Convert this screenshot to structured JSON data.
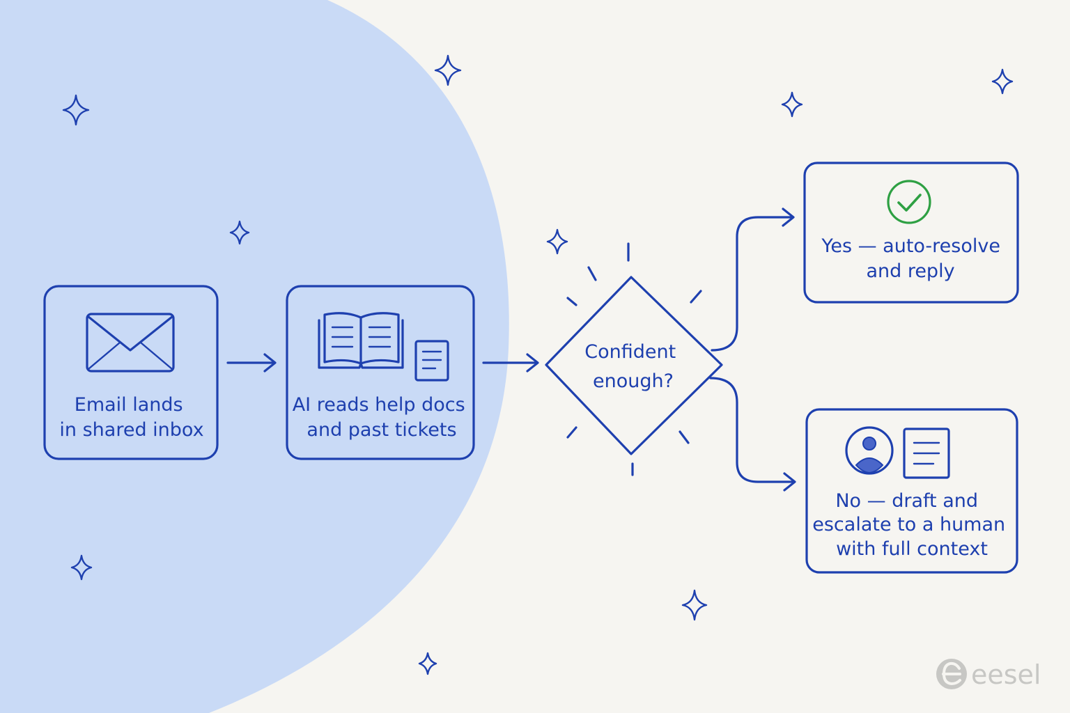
{
  "nodes": {
    "email": {
      "line1": "Email lands",
      "line2": "in shared inbox",
      "icon": "envelope-icon"
    },
    "ai_reads": {
      "line1": "AI reads help docs",
      "line2": "and past tickets",
      "icon": "open-book-icon"
    },
    "decision": {
      "line1": "Confident",
      "line2": "enough?"
    },
    "yes": {
      "line1": "Yes — auto-resolve",
      "line2": "and reply",
      "icon": "check-circle-icon"
    },
    "no": {
      "line1": "No — draft and",
      "line2": "escalate to a human",
      "line3": "with full context",
      "icon": "person-icon"
    }
  },
  "brand": {
    "name": "eesel"
  },
  "colors": {
    "ink": "#1e40af",
    "blob": "#c9daf6",
    "background": "#f6f5f1",
    "check": "#2ea043",
    "logo": "#c7c7c4"
  }
}
